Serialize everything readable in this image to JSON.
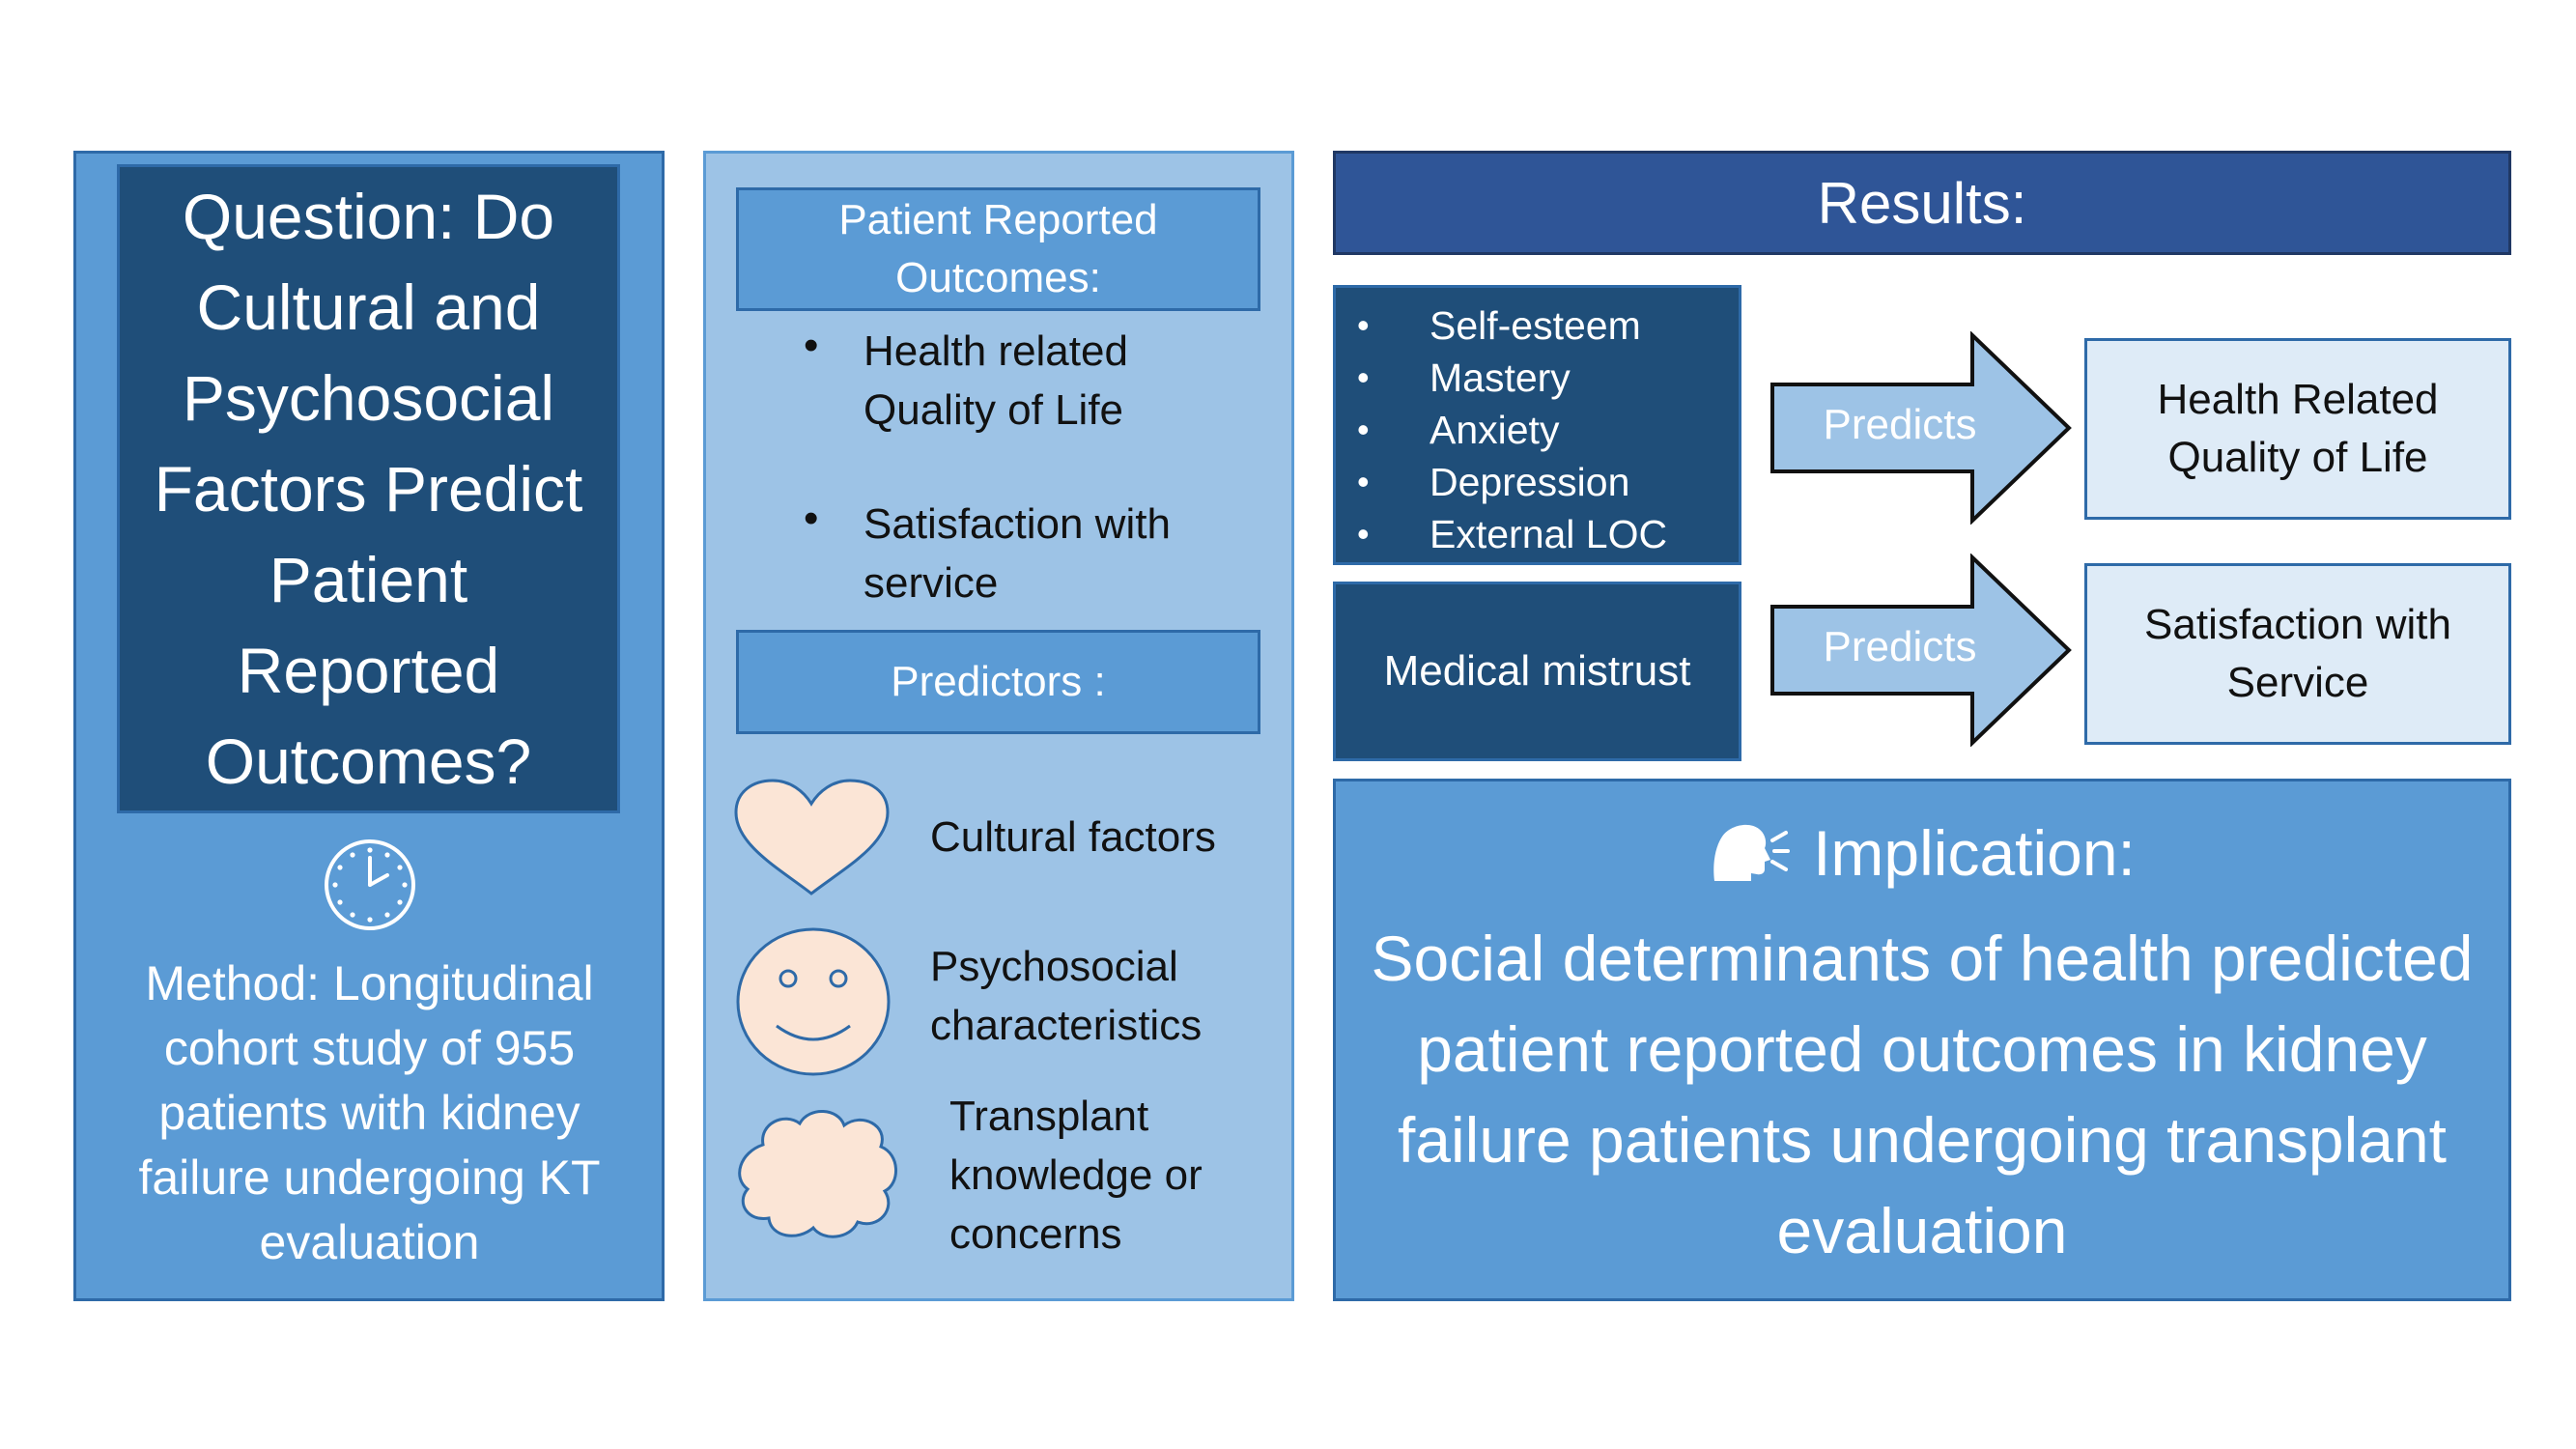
{
  "question": {
    "text": "Question: Do Cultural and Psychosocial Factors Predict Patient Reported Outcomes?"
  },
  "method": {
    "text": "Method: Longitudinal cohort study of 955 patients with kidney failure undergoing KT evaluation"
  },
  "outcomes": {
    "header": "Patient Reported Outcomes:",
    "items": [
      "Health related Quality of Life",
      "Satisfaction with service"
    ]
  },
  "predictors": {
    "header": "Predictors :",
    "items": [
      {
        "label": "Cultural factors",
        "icon": "heart-icon"
      },
      {
        "label": "Psychosocial characteristics",
        "icon": "smiley-face-icon"
      },
      {
        "label": "Transplant knowledge or concerns",
        "icon": "cloud-icon"
      }
    ]
  },
  "results": {
    "header": "Results:",
    "factors": [
      "Self-esteem",
      "Mastery",
      "Anxiety",
      "Depression",
      "External LOC"
    ],
    "mistrust": "Medical mistrust",
    "arrow_label": "Predicts",
    "outcome_1": "Health Related Quality of Life",
    "outcome_2": "Satisfaction with Service"
  },
  "implication": {
    "title": "Implication:",
    "text": "Social determinants of health predicted patient reported outcomes in kidney failure patients undergoing transplant evaluation"
  },
  "colors": {
    "medium_blue": "#5b9bd5",
    "dark_navy": "#1f4e79",
    "light_blue": "#9dc3e6",
    "pale_blue": "#deebf7",
    "header_blue": "#2f5597",
    "peach": "#fbe5d6"
  }
}
